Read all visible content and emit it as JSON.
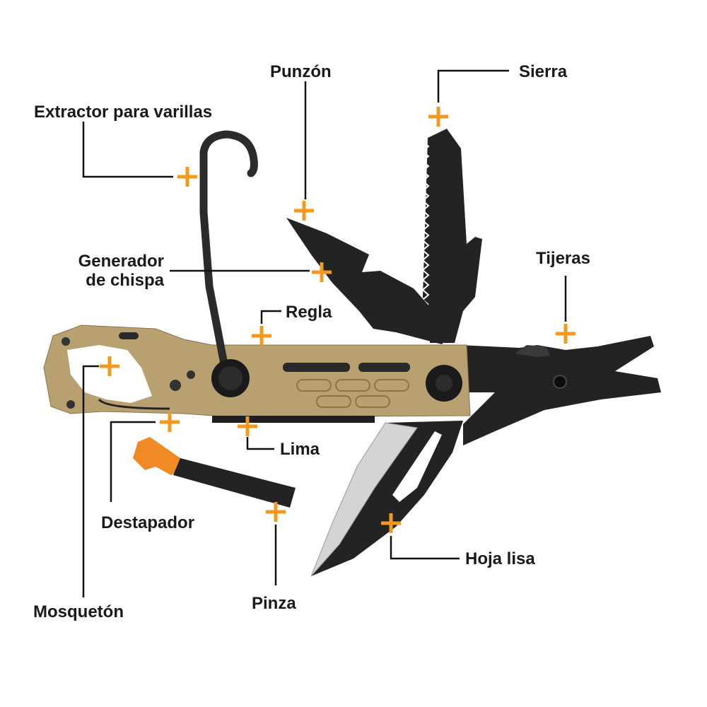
{
  "diagram": {
    "accent_color": "#f39a1e",
    "line_color": "#111111",
    "handle_color": "#b8a070",
    "tool_color": "#232323",
    "firestarter_color": "#f08a24",
    "callouts": [
      {
        "id": "extractor",
        "text": "Extractor para varillas",
        "marker_icon": "plus-icon"
      },
      {
        "id": "punzon",
        "text": "Punzón",
        "marker_icon": "plus-icon"
      },
      {
        "id": "sierra",
        "text": "Sierra",
        "marker_icon": "plus-icon"
      },
      {
        "id": "generador",
        "text": "Generador\nde chispa",
        "marker_icon": "plus-icon"
      },
      {
        "id": "tijeras",
        "text": "Tijeras",
        "marker_icon": "plus-icon"
      },
      {
        "id": "regla",
        "text": "Regla",
        "marker_icon": "plus-icon"
      },
      {
        "id": "lima",
        "text": "Lima",
        "marker_icon": "plus-icon"
      },
      {
        "id": "destapador",
        "text": "Destapador",
        "marker_icon": "plus-icon"
      },
      {
        "id": "hoja",
        "text": "Hoja lisa",
        "marker_icon": "plus-icon"
      },
      {
        "id": "pinza",
        "text": "Pinza",
        "marker_icon": "plus-icon"
      },
      {
        "id": "mosqueton",
        "text": "Mosquetón",
        "marker_icon": "plus-icon"
      }
    ]
  }
}
